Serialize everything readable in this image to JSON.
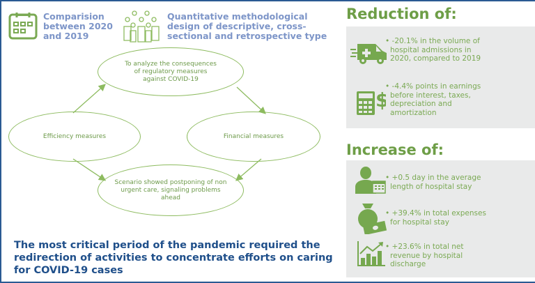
{
  "header": {
    "comparison": "Comparision between 2020 and 2019",
    "design": "Quantitative methodological design of descriptive, cross-sectional and retrospective type"
  },
  "diagram": {
    "top": "To analyze the consequences of regulatory measures against COVID-19",
    "left": "Efficiency measures",
    "right": "Financial measures",
    "bottom": "Scenario showed postponing of non urgent care, signaling problems ahead"
  },
  "conclusion": "The most critical period of the pandemic required the redirection of activities to concentrate efforts on caring for COVID-19 cases",
  "reduction": {
    "title": "Reduction of:",
    "items": [
      {
        "icon": "ambulance-icon",
        "text": "-20.1% in the volume of hospital admissions in 2020, compared to 2019"
      },
      {
        "icon": "calculator-dollar-icon",
        "text": "-4.4% points in earnings before interest, taxes, depreciation and amortization"
      }
    ]
  },
  "increase": {
    "title": "Increase of:",
    "items": [
      {
        "icon": "patient-calendar-icon",
        "text": "+0.5 day in the average length of hospital stay"
      },
      {
        "icon": "money-bag-icon",
        "text": "+39.4% in total expenses for hospital stay"
      },
      {
        "icon": "growth-chart-icon",
        "text": "+23.6% in total net revenue by hospital discharge"
      }
    ]
  },
  "colors": {
    "green": "#76a84f",
    "blue": "#1f4f8a",
    "panel": "#e9eaea"
  }
}
